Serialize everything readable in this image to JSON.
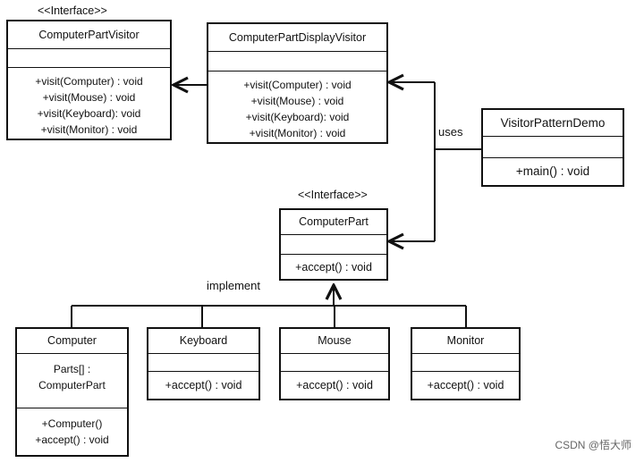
{
  "stereotype_interface": "<<Interface>>",
  "classes": {
    "computer_part_visitor": {
      "name": "ComputerPartVisitor",
      "methods": [
        "+visit(Computer)  : void",
        "+visit(Mouse)   : void",
        "+visit(Keyboard):  void",
        "+visit(Monitor)  : void"
      ]
    },
    "computer_part_display_visitor": {
      "name": "ComputerPartDisplayVisitor",
      "methods": [
        "+visit(Computer)  : void",
        "+visit(Mouse)   : void",
        "+visit(Keyboard):  void",
        "+visit(Monitor)  : void"
      ]
    },
    "visitor_pattern_demo": {
      "name": "VisitorPatternDemo",
      "methods": [
        "+main() : void"
      ]
    },
    "computer_part": {
      "name": "ComputerPart",
      "methods": [
        "+accept() : void"
      ]
    },
    "computer": {
      "name": "Computer",
      "attributes": [
        "Parts[]  :",
        "ComputerPart"
      ],
      "methods": [
        "+Computer()",
        "+accept() : void"
      ]
    },
    "keyboard": {
      "name": "Keyboard",
      "methods": [
        "+accept() : void"
      ]
    },
    "mouse": {
      "name": "Mouse",
      "methods": [
        "+accept() : void"
      ]
    },
    "monitor": {
      "name": "Monitor",
      "methods": [
        "+accept() : void"
      ]
    }
  },
  "relations": {
    "uses_label": "uses",
    "implement_label": "implement"
  },
  "watermark": "CSDN @悟大师"
}
